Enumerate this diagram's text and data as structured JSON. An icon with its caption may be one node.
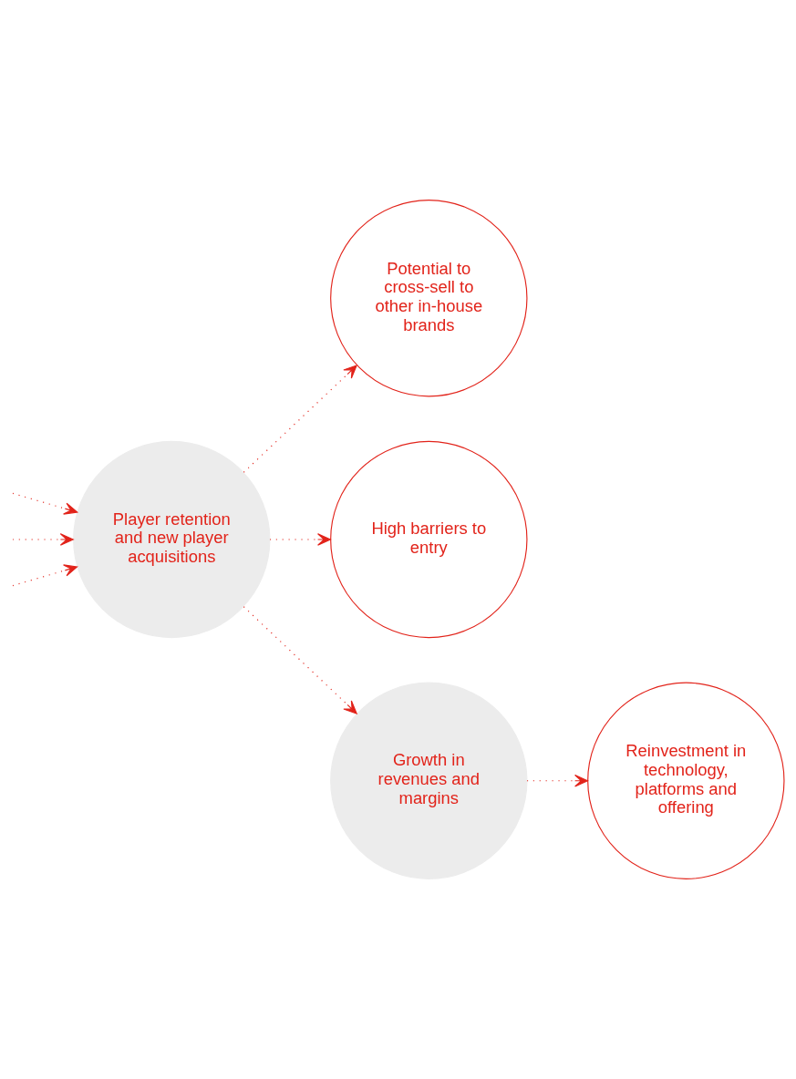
{
  "diagram": {
    "nodes": [
      {
        "text": [
          "Potential to cross-sell to other in-house brands"
        ]
      },
      {
        "text": [
          "High barriers to entry"
        ]
      },
      {
        "text": [
          "Player retention and new player acquisitions"
        ]
      },
      {
        "text": [
          "Growth in revenues and margins"
        ]
      },
      {
        "text": [
          "Reinvestment in technology, platforms and offering"
        ]
      }
    ],
    "edges": [
      {
        "from": null,
        "to": 2,
        "arrow": "to"
      },
      {
        "from": null,
        "to": 2,
        "arrow": "to"
      },
      {
        "from": null,
        "to": 2,
        "arrow": "to"
      },
      {
        "from": 2,
        "to": 0,
        "arrow": "to"
      },
      {
        "from": 2,
        "to": 1,
        "arrow": "to"
      },
      {
        "from": 2,
        "to": 3,
        "arrow": "to"
      },
      {
        "from": 3,
        "to": 4,
        "arrow": "to"
      }
    ]
  }
}
